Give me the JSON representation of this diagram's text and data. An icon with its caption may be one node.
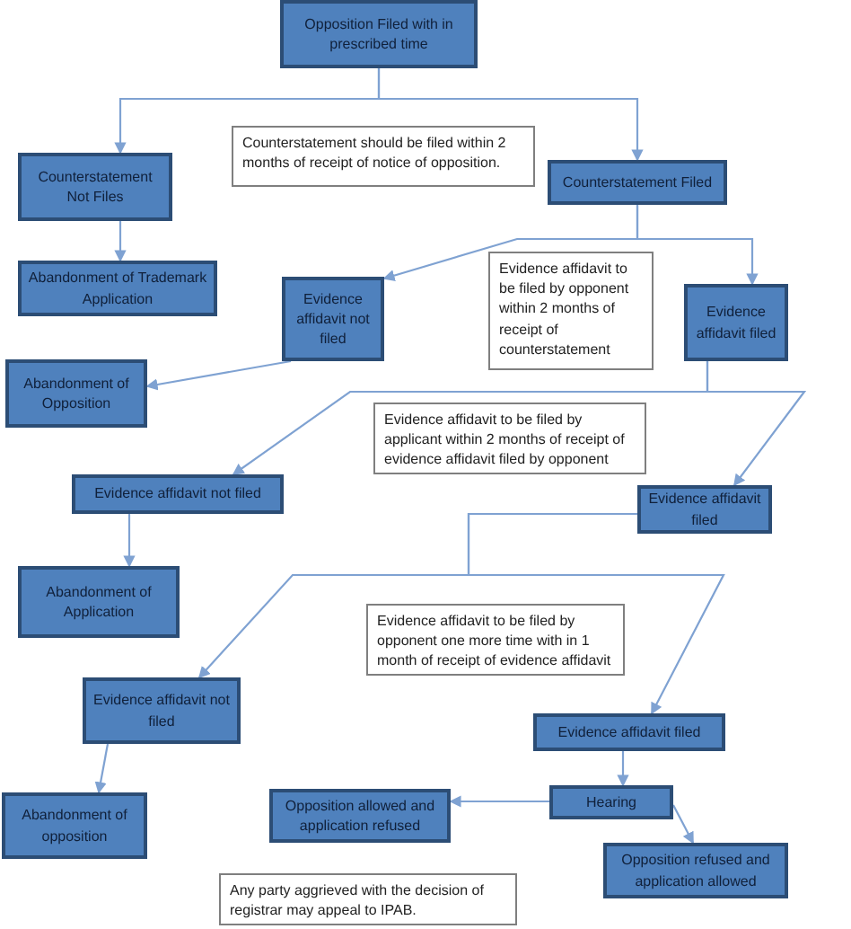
{
  "diagram": {
    "nodes": [
      {
        "text": [
          "Opposition Filed with in prescribed time"
        ]
      },
      {
        "text": [
          "Counterstatement Not Files"
        ]
      },
      {
        "text": [
          "Counterstatement should be filed within 2 months of receipt of notice of opposition."
        ]
      },
      {
        "text": [
          "Counterstatement Filed"
        ]
      },
      {
        "text": [
          "Abandonment of Trademark Application"
        ]
      },
      {
        "text": [
          "Evidence affidavit not filed"
        ]
      },
      {
        "text": [
          "Evidence affidavit to be filed by opponent within 2 months of receipt of counterstatement"
        ]
      },
      {
        "text": [
          "Evidence affidavit filed"
        ]
      },
      {
        "text": [
          "Abandonment of Opposition"
        ]
      },
      {
        "text": [
          "Evidence affidavit to be filed by applicant within 2 months of receipt of evidence affidavit filed by opponent"
        ]
      },
      {
        "text": [
          "Evidence affidavit not filed"
        ]
      },
      {
        "text": [
          "Evidence affidavit filed"
        ]
      },
      {
        "text": [
          "Abandonment of Application"
        ]
      },
      {
        "text": [
          "Evidence affidavit to be filed by opponent one more time with in 1 month of receipt of evidence affidavit"
        ]
      },
      {
        "text": [
          "Evidence affidavit not filed"
        ]
      },
      {
        "text": [
          "Evidence affidavit filed"
        ]
      },
      {
        "text": [
          "Abandonment of opposition"
        ]
      },
      {
        "text": [
          "Hearing"
        ]
      },
      {
        "text": [
          "Opposition allowed and application refused"
        ]
      },
      {
        "text": [
          "Opposition refused and application allowed"
        ]
      },
      {
        "text": [
          "Any party aggrieved with the decision of registrar may appeal to IPAB."
        ]
      }
    ],
    "edges": [
      {
        "from": 0,
        "to": 1,
        "arrow": "to"
      },
      {
        "from": 0,
        "to": 3,
        "arrow": "to"
      },
      {
        "from": 1,
        "to": 4,
        "arrow": "to"
      },
      {
        "from": 3,
        "to": 5,
        "arrow": "to"
      },
      {
        "from": 3,
        "to": 7,
        "arrow": "to"
      },
      {
        "from": 5,
        "to": 8,
        "arrow": "to"
      },
      {
        "from": 7,
        "to": 10,
        "arrow": "to"
      },
      {
        "from": 7,
        "to": 11,
        "arrow": "to"
      },
      {
        "from": 10,
        "to": 12,
        "arrow": "to"
      },
      {
        "from": 11,
        "to": 14,
        "arrow": "to"
      },
      {
        "from": 11,
        "to": 15,
        "arrow": "to"
      },
      {
        "from": 14,
        "to": 16,
        "arrow": "to"
      },
      {
        "from": 15,
        "to": 17,
        "arrow": "to"
      },
      {
        "from": 17,
        "to": 18,
        "arrow": "to"
      },
      {
        "from": 17,
        "to": 19,
        "arrow": "to"
      }
    ]
  }
}
